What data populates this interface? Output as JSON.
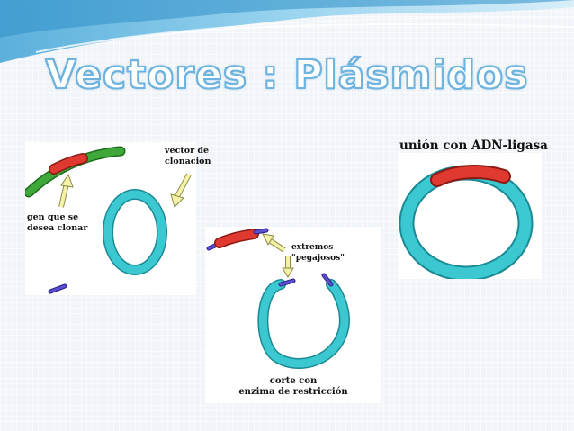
{
  "slide": {
    "title": "Vectores : Plásmidos",
    "colors": {
      "plasmid": "#3cc8d0",
      "gene": "#e03a30",
      "vector_dna": "#2f9a2a",
      "sticky_end": "#5a4fcf",
      "arrow": "#f2f0a8",
      "title_outline": "#6fb4df"
    }
  },
  "panel1": {
    "label_vector": "vector de\nclonación",
    "label_gene": "gen que se\ndesea clonar"
  },
  "panel2": {
    "label_sticky": "extremos \"pegajosos\"",
    "label_cut": "corte con\nenzima de restricción"
  },
  "panel3": {
    "label_ligase": "unión con ADN-ligasa"
  }
}
